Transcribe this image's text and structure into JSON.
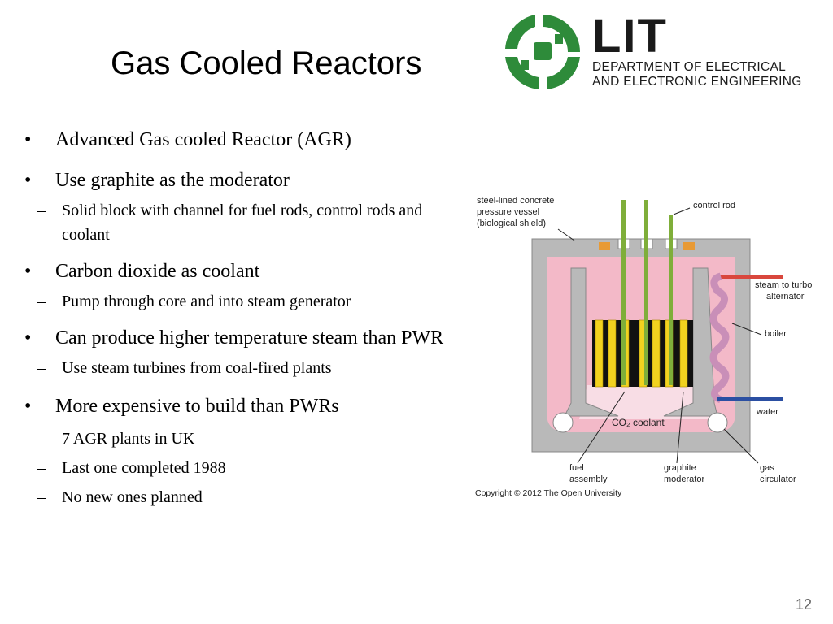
{
  "slide": {
    "title": "Gas Cooled Reactors",
    "page_number": "12"
  },
  "logo": {
    "name": "LIT",
    "line1": "DEPARTMENT OF ELECTRICAL",
    "line2": "AND ELECTRONIC ENGINEERING",
    "green": "#2e8b3a"
  },
  "bullets": [
    {
      "text": "Advanced Gas cooled Reactor (AGR)",
      "subs": []
    },
    {
      "text": "Use graphite as the moderator",
      "subs": [
        "Solid block with channel for fuel rods, control rods and coolant"
      ]
    },
    {
      "text": "Carbon dioxide as coolant",
      "subs": [
        "Pump through core and into steam generator"
      ]
    },
    {
      "text": "Can  produce higher temperature steam than PWR",
      "subs": [
        "Use  steam turbines from coal-fired plants"
      ]
    },
    {
      "text": "More expensive to build than PWRs",
      "subs": [
        "7 AGR plants in UK",
        "Last one completed 1988",
        "No new ones planned"
      ]
    }
  ],
  "diagram": {
    "label_vessel_1": "steel-lined concrete",
    "label_vessel_2": "pressure vessel",
    "label_vessel_3": "(biological shield)",
    "label_control_rod": "control rod",
    "label_steam_1": "steam to turbo",
    "label_steam_2": "alternator",
    "label_boiler": "boiler",
    "label_water": "water",
    "label_coolant": "CO₂ coolant",
    "label_fuel_1": "fuel",
    "label_fuel_2": "assembly",
    "label_graphite_1": "graphite",
    "label_graphite_2": "moderator",
    "label_gas_1": "gas",
    "label_gas_2": "circulator",
    "copyright": "Copyright © 2012 The Open University",
    "colors": {
      "vessel": "#b9b9b9",
      "coolant": "#f3b9c8",
      "fuel": "#f2d21f",
      "rod": "#7fae3a",
      "steam": "#d9473d",
      "water": "#2b4fa2"
    }
  }
}
